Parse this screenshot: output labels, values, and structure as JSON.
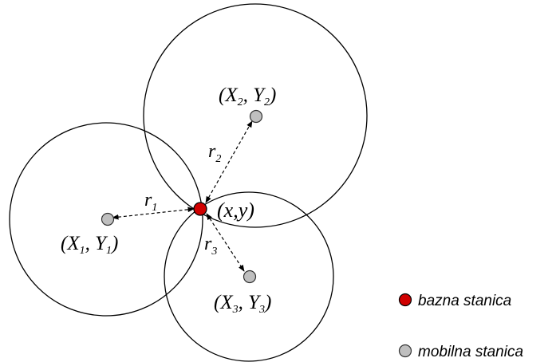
{
  "points": {
    "p1": {
      "open": "(X",
      "sub1": "1",
      "comma": ", Y",
      "sub2": "1",
      "close": ")"
    },
    "p2": {
      "open": "(X",
      "sub1": "2",
      "comma": ", Y",
      "sub2": "2",
      "close": ")"
    },
    "p3": {
      "open": "(X",
      "sub1": "3",
      "comma": ", Y",
      "sub2": "3",
      "close": ")"
    },
    "center": "(x,y)"
  },
  "radii": {
    "r1": {
      "base": "r",
      "sub": "1"
    },
    "r2": {
      "base": "r",
      "sub": "2"
    },
    "r3": {
      "base": "r",
      "sub": "3"
    }
  },
  "legend": {
    "base_station": "bazna stanica",
    "mobile_station": "mobilna stanica"
  },
  "colors": {
    "base_station_fill": "#d00000",
    "mobile_station_fill": "#bfbfbf",
    "stroke": "#000000"
  }
}
